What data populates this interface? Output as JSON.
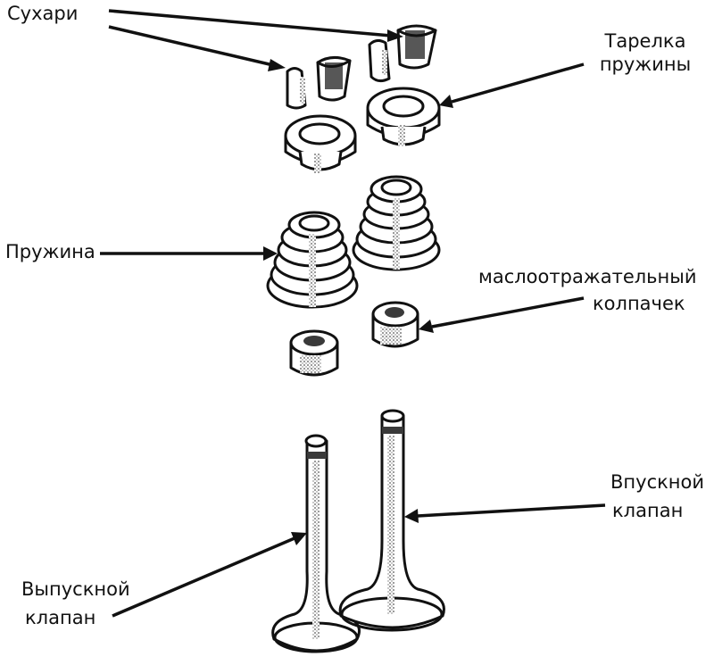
{
  "labels": {
    "keepers": "Сухари",
    "spring_retainer_line1": "Тарелка",
    "spring_retainer_line2": "пружины",
    "spring": "Пружина",
    "seal_line1": "маслоотражательный",
    "seal_line2": "колпачек",
    "intake_line1": "Впускной",
    "intake_line2": "клапан",
    "exhaust_line1": "Выпускной",
    "exhaust_line2": "клапан"
  },
  "colors": {
    "ink": "#111111",
    "background": "#ffffff",
    "stipple": "#555555"
  }
}
